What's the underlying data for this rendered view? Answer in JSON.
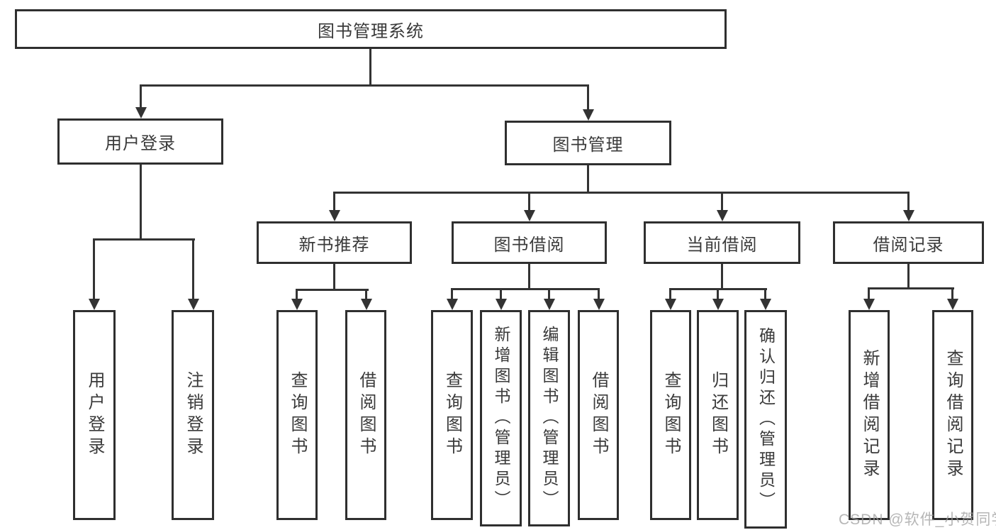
{
  "tree": {
    "label": "图书管理系统",
    "children": [
      {
        "label": "用户登录",
        "children": [
          {
            "label": "用户登录"
          },
          {
            "label": "注销登录"
          }
        ]
      },
      {
        "label": "图书管理",
        "children": [
          {
            "label": "新书推荐",
            "children": [
              {
                "label": "查询图书"
              },
              {
                "label": "借阅图书"
              }
            ]
          },
          {
            "label": "图书借阅",
            "children": [
              {
                "label": "查询图书"
              },
              {
                "label": "新增图书（管理员）"
              },
              {
                "label": "编辑图书（管理员）"
              },
              {
                "label": "借阅图书"
              }
            ]
          },
          {
            "label": "当前借阅",
            "children": [
              {
                "label": "查询图书"
              },
              {
                "label": "归还图书"
              },
              {
                "label": "确认归还（管理员）"
              }
            ]
          },
          {
            "label": "借阅记录",
            "children": [
              {
                "label": "新增借阅记录"
              },
              {
                "label": "查询借阅记录"
              }
            ]
          }
        ]
      }
    ]
  },
  "watermark": "CSDN @软件_小贺同学",
  "colors": {
    "line": "#333333",
    "box_border": "#2f2f2f",
    "text": "#3a3a3a",
    "watermark": "#9e9e9e",
    "background": "#ffffff"
  }
}
